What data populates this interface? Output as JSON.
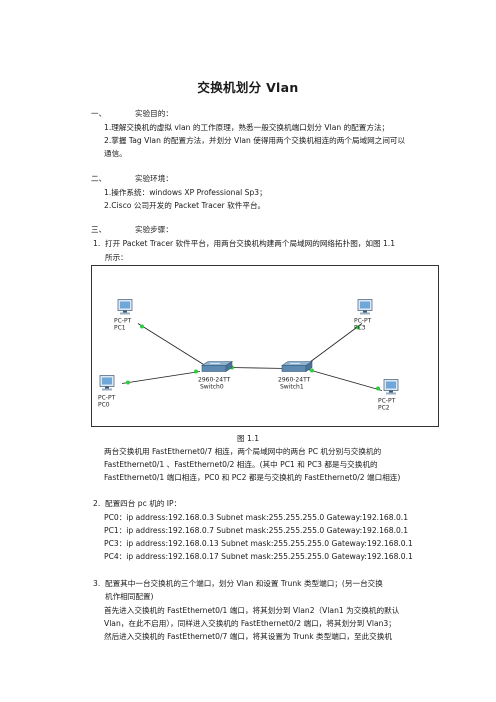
{
  "title": "交换机划分 Vlan",
  "sections": [
    {
      "num": "一、",
      "label": "实验目的："
    },
    {
      "num": "二、",
      "label": "实验环境："
    },
    {
      "num": "三、",
      "label": "实验步骤："
    }
  ],
  "purpose": [
    "1.理解交换机的虚拟 vlan 的工作原理，熟悉一般交换机端口划分 Vlan 的配置方法；",
    "2.掌握 Tag Vlan 的配置方法，并划分 Vlan 使得用两个交换机相连的两个局域网之间可以",
    "通信。"
  ],
  "env": [
    "1.操作系统：windows XP Professional Sp3；",
    "2.Cisco 公司开发的 Packet Tracer  软件平台。"
  ],
  "step1": {
    "num": "1.",
    "text": "打开 Packet Tracer 软件平台，用两台交换机构建两个局域网的网络拓扑图，如图 1.1",
    "text2": "所示："
  },
  "diagram": {
    "pc1": [
      "PC-PT",
      "PC1"
    ],
    "pc3": [
      "PC-PT",
      "PC3"
    ],
    "pc0": [
      "PC-PT",
      "PC0"
    ],
    "pc2": [
      "PC-PT",
      "PC2"
    ],
    "switch0": [
      "2960-24TT",
      "Switch0"
    ],
    "switch1": [
      "2960-24TT",
      "Switch1"
    ],
    "link_color": "#e03a2f",
    "port_color": "#2ecc40"
  },
  "caption": "图 1.1",
  "desc": [
    "两台交换机用  FastEthernet0/7  相连，两个局域网中的两台  PC  机分别与交换机的",
    "FastEthernet0/1 、FastEthernet0/2  相连。(其中  PC1  和  PC3  都是与交换机的",
    "FastEthernet0/1 端口相连，PC0 和 PC2 都是与交换机的 FastEthernet0/2 端口相连)"
  ],
  "step2": {
    "num": "2.",
    "text": "配置四台 pc 机的 IP：",
    "lines": [
      "PC0：ip address:192.168.0.3 Subnet mask:255.255.255.0 Gateway:192.168.0.1",
      "PC1：ip address:192.168.0.7 Subnet mask:255.255.255.0 Gateway:192.168.0.1",
      "PC3：ip address:192.168.0.13 Subnet mask:255.255.255.0 Gateway:192.168.0.1",
      "PC4：ip address:192.168.0.17 Subnet mask:255.255.255.0 Gateway:192.168.0.1"
    ]
  },
  "step3": {
    "num": "3.",
    "text": "配置其中一台交换机的三个端口，划分 Vlan 和设置 Trunk 类型端口；(另一台交换",
    "text2": "机作相同配置)",
    "lines": [
      "首先进入交换机的 FastEthernet0/1 端口，将其划分到 Vlan2（Vlan1 为交换机的默认",
      "Vlan，在此不启用），同样进入交换机的 FastEthernet0/2 端口，将其划分到 Vlan3；",
      "然后进入交换机的 FastEthernet0/7 端口，将其设置为 Trunk 类型端口，至此交换机"
    ]
  }
}
